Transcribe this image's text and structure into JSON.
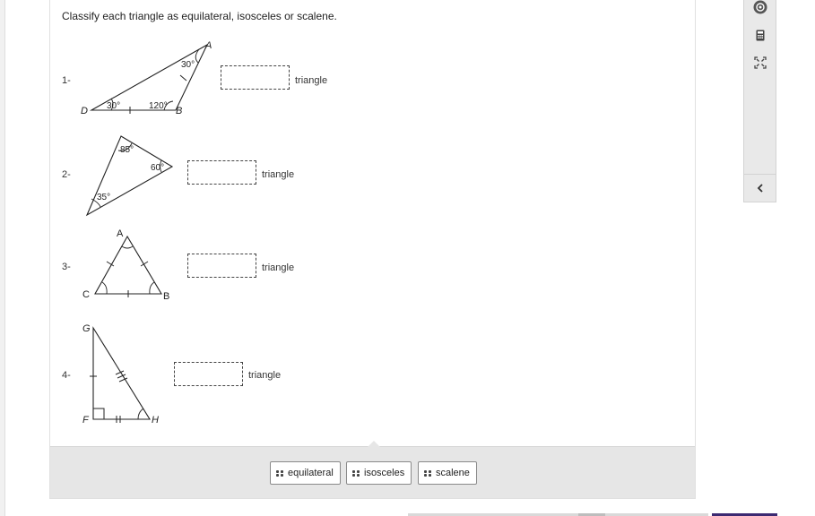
{
  "instruction": "Classify each triangle as equilateral, isosceles or scalene.",
  "questions": [
    {
      "number": "1-",
      "suffix": "triangle",
      "vertices": [
        "A",
        "D",
        "B"
      ],
      "angles": [
        "30°",
        "30°",
        "120°"
      ]
    },
    {
      "number": "2-",
      "suffix": "triangle",
      "angles": [
        "85°",
        "60°",
        "35°"
      ]
    },
    {
      "number": "3-",
      "suffix": "triangle",
      "vertices": [
        "A",
        "C",
        "B"
      ]
    },
    {
      "number": "4-",
      "suffix": "triangle",
      "vertices": [
        "G",
        "F",
        "H"
      ]
    }
  ],
  "tray": {
    "options": [
      "equilateral",
      "isosceles",
      "scalene"
    ]
  },
  "sidebar": {
    "icons": [
      "settings-icon",
      "calculator-icon",
      "expand-icon",
      "collapse-chevron-icon"
    ]
  },
  "colors": {
    "tray_bg": "#e6e6e6",
    "sidebar_bg": "#e9e9e9",
    "accent_purple": "#3c2a72"
  }
}
